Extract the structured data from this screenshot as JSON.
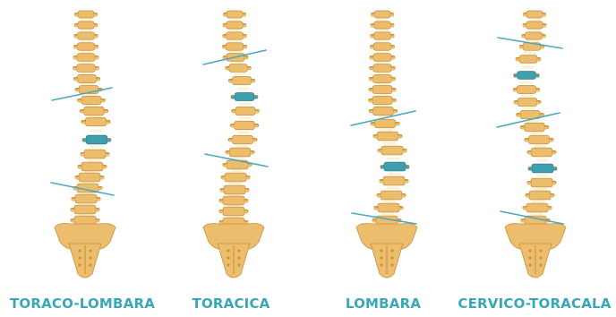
{
  "colors": {
    "label": "#3aa7b9",
    "bone": "#ecbd6c",
    "bone_dark": "#c9933e",
    "disc": "#fbf1d8",
    "apex": "#3f9fae",
    "apex_dark": "#2f7f8c",
    "line": "#4aa8c0"
  },
  "spines": [
    {
      "id": "toraco-lombara",
      "label": "TORACO-LOMBARA",
      "curve_type": "thoracolumbar",
      "apex_vertebra": "blue"
    },
    {
      "id": "toracica",
      "label": "TORACICA",
      "curve_type": "thoracic",
      "apex_vertebra": "blue"
    },
    {
      "id": "lombara",
      "label": "LOMBARA",
      "curve_type": "lumbar",
      "apex_vertebra": "blue"
    },
    {
      "id": "cervico-toracala",
      "label": "CERVICO-TORACALA",
      "curve_type": "cervicothoracic",
      "apex_vertebra": "blue"
    }
  ]
}
